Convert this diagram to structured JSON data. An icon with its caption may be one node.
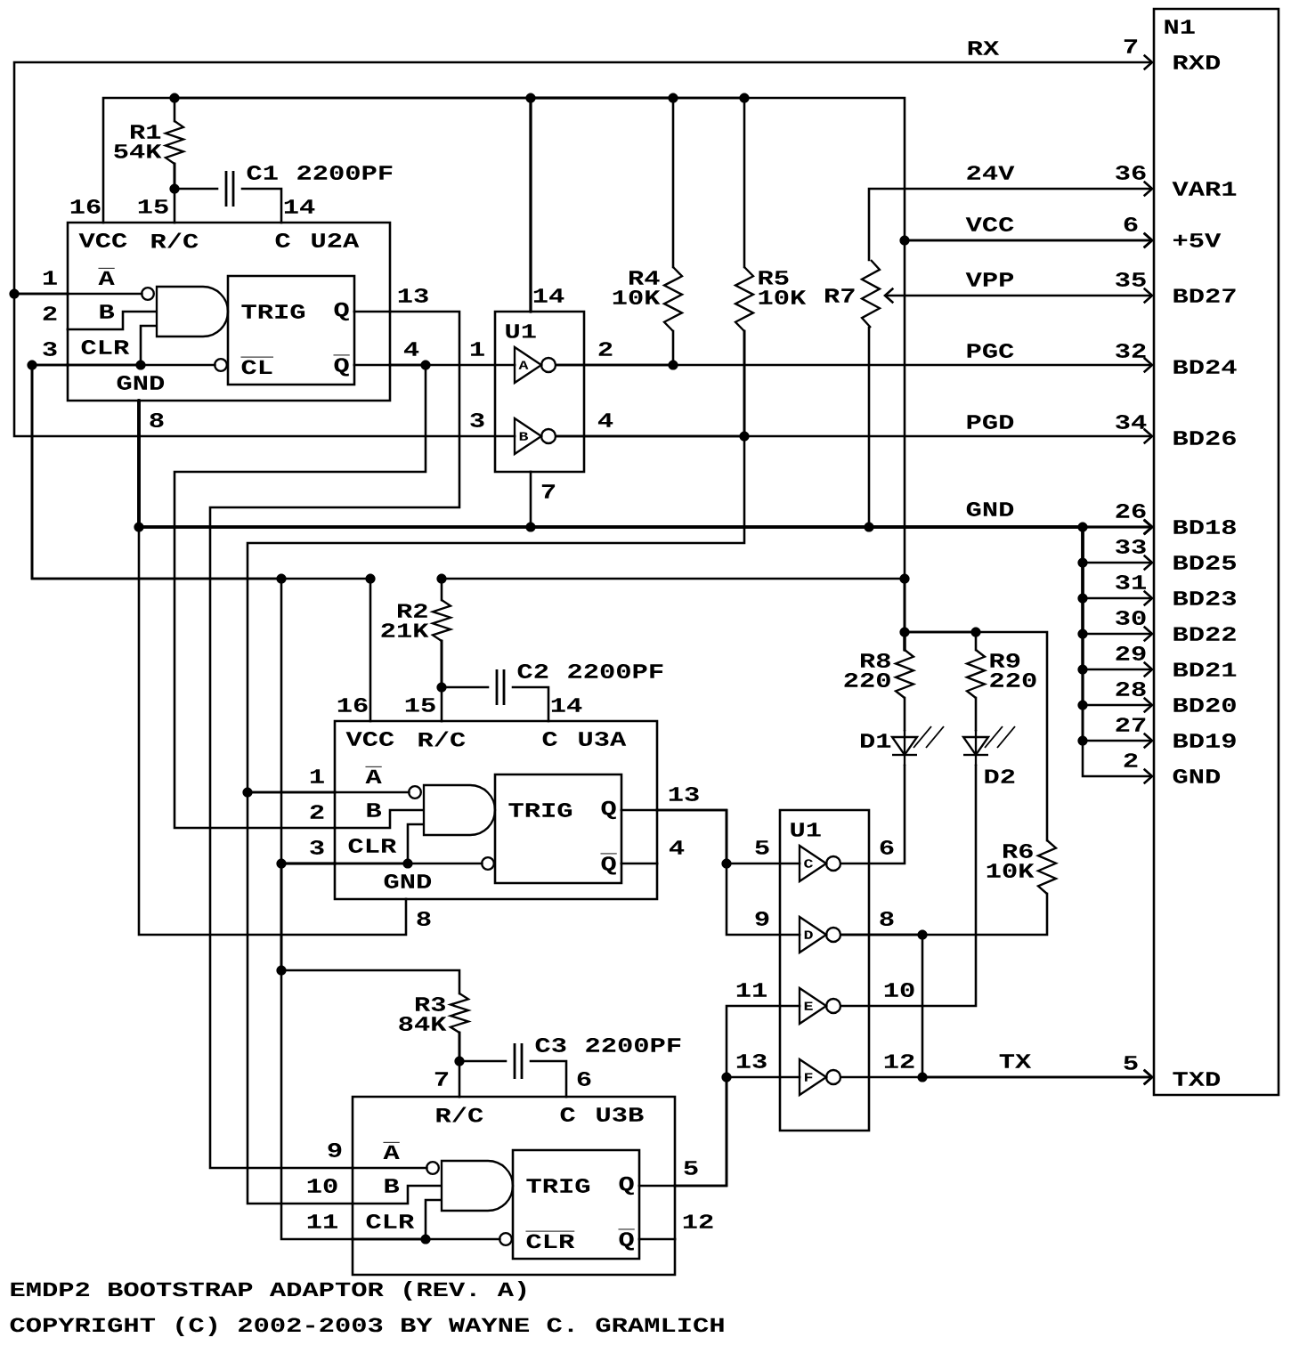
{
  "diagram": {
    "nodes": [
      {
        "text": [
          "VCC",
          "R/C",
          "C",
          "U2A",
          "A",
          "B",
          "CLR",
          "GND"
        ]
      },
      {
        "text": [
          "TRIG",
          "Q",
          "CL",
          "Q"
        ],
        "in": 0
      },
      {
        "text": [
          "U1"
        ]
      },
      {
        "text": [
          "A"
        ],
        "in": 2
      },
      {
        "text": [
          "B"
        ],
        "in": 2
      },
      {
        "text": [
          "N1",
          "RXD",
          "VAR1",
          "+5V",
          "BD27",
          "BD24",
          "BD26",
          "BD18",
          "BD25",
          "BD23",
          "BD22",
          "BD21",
          "BD20",
          "BD19",
          "GND",
          "TXD"
        ]
      },
      {
        "text": [
          "R1",
          "54K"
        ]
      },
      {
        "text": [
          "C1",
          "2200PF"
        ]
      },
      {
        "text": [
          "R4",
          "10K"
        ]
      },
      {
        "text": [
          "R5",
          "10K"
        ]
      },
      {
        "text": [
          "R7"
        ]
      },
      {
        "text": [
          "VCC",
          "R/C",
          "C",
          "U3A",
          "A",
          "B",
          "CLR",
          "GND"
        ]
      },
      {
        "text": [
          "TRIG",
          "Q",
          "Q"
        ],
        "in": 11
      },
      {
        "text": [
          "R2",
          "21K"
        ]
      },
      {
        "text": [
          "C2",
          "2200PF"
        ]
      },
      {
        "text": [
          "R8",
          "220"
        ]
      },
      {
        "text": [
          "R9",
          "220"
        ]
      },
      {
        "text": [
          "D1"
        ]
      },
      {
        "text": [
          "D2"
        ]
      },
      {
        "text": [
          "R6",
          "10K"
        ]
      },
      {
        "text": [
          "U1"
        ]
      },
      {
        "text": [
          "C"
        ],
        "in": 20
      },
      {
        "text": [
          "D"
        ],
        "in": 20
      },
      {
        "text": [
          "E"
        ],
        "in": 20
      },
      {
        "text": [
          "F"
        ],
        "in": 20
      },
      {
        "text": [
          "R/C",
          "C",
          "U3B",
          "A",
          "B",
          "CLR"
        ]
      },
      {
        "text": [
          "TRIG",
          "Q",
          "CLR",
          "Q"
        ],
        "in": 25
      },
      {
        "text": [
          "R3",
          "84K"
        ]
      },
      {
        "text": [
          "C3",
          "2200PF"
        ]
      },
      {
        "text": [],
        "shape": "gate",
        "in": 0
      },
      {
        "text": [],
        "shape": "gate",
        "in": 11
      },
      {
        "text": [],
        "shape": "gate",
        "in": 25
      }
    ],
    "edges": [
      {
        "from": 0,
        "to": 5,
        "arrow": "to",
        "label": "RX"
      },
      {
        "from": 0,
        "to": 4,
        "arrow": "none"
      },
      {
        "from": 0,
        "to": 5,
        "arrow": "to",
        "label": "VCC"
      },
      {
        "from": 6,
        "to": 0,
        "arrow": "none"
      },
      {
        "from": 6,
        "to": 2,
        "arrow": "none"
      },
      {
        "from": 7,
        "to": 6,
        "arrow": "none"
      },
      {
        "from": 7,
        "to": 0,
        "arrow": "none"
      },
      {
        "from": 0,
        "to": 3,
        "arrow": "none"
      },
      {
        "from": 0,
        "to": 11,
        "arrow": "none"
      },
      {
        "from": 0,
        "to": 25,
        "arrow": "none"
      },
      {
        "from": 8,
        "to": 2,
        "arrow": "none"
      },
      {
        "from": 9,
        "to": 2,
        "arrow": "none"
      },
      {
        "from": 8,
        "to": 3,
        "arrow": "none"
      },
      {
        "from": 3,
        "to": 5,
        "arrow": "to",
        "label": "PGC"
      },
      {
        "from": 4,
        "to": 5,
        "arrow": "to",
        "label": "PGD"
      },
      {
        "from": 9,
        "to": 4,
        "arrow": "none"
      },
      {
        "from": 9,
        "to": 11,
        "arrow": "none"
      },
      {
        "from": 11,
        "to": 25,
        "arrow": "none"
      },
      {
        "from": 10,
        "to": 5,
        "arrow": "to",
        "label": "24V"
      },
      {
        "from": 10,
        "to": 5,
        "arrow": "both",
        "label": "VPP"
      },
      {
        "from": 0,
        "to": 5,
        "arrow": "to",
        "label": "GND"
      },
      {
        "from": 2,
        "to": 5,
        "arrow": "to"
      },
      {
        "from": 10,
        "to": 5,
        "arrow": "to"
      },
      {
        "from": 0,
        "to": 11,
        "arrow": "none"
      },
      {
        "from": 0,
        "to": 5,
        "arrow": "to"
      },
      {
        "from": 0,
        "to": 5,
        "arrow": "to"
      },
      {
        "from": 0,
        "to": 5,
        "arrow": "to"
      },
      {
        "from": 0,
        "to": 5,
        "arrow": "to"
      },
      {
        "from": 0,
        "to": 5,
        "arrow": "to"
      },
      {
        "from": 0,
        "to": 5,
        "arrow": "to"
      },
      {
        "from": 0,
        "to": 5,
        "arrow": "to"
      },
      {
        "from": 0,
        "to": 11,
        "arrow": "none"
      },
      {
        "from": 13,
        "to": 11,
        "arrow": "none"
      },
      {
        "from": 13,
        "to": 15,
        "arrow": "none"
      },
      {
        "from": 15,
        "to": 5,
        "arrow": "to"
      },
      {
        "from": 11,
        "to": 25,
        "arrow": "none"
      },
      {
        "from": 27,
        "to": 11,
        "arrow": "none"
      },
      {
        "from": 11,
        "to": 0,
        "arrow": "none"
      },
      {
        "from": 14,
        "to": 13,
        "arrow": "none"
      },
      {
        "from": 14,
        "to": 11,
        "arrow": "none"
      },
      {
        "from": 16,
        "to": 15,
        "arrow": "none"
      },
      {
        "from": 19,
        "to": 15,
        "arrow": "none"
      },
      {
        "from": 15,
        "to": 17,
        "arrow": "none"
      },
      {
        "from": 17,
        "to": 21,
        "arrow": "none"
      },
      {
        "from": 16,
        "to": 18,
        "arrow": "none"
      },
      {
        "from": 18,
        "to": 23,
        "arrow": "none"
      },
      {
        "from": 19,
        "to": 22,
        "arrow": "none"
      },
      {
        "from": 24,
        "to": 5,
        "arrow": "to",
        "label": "TX"
      },
      {
        "from": 22,
        "to": 5,
        "arrow": "to"
      },
      {
        "from": 11,
        "to": 21,
        "arrow": "none"
      },
      {
        "from": 11,
        "to": 22,
        "arrow": "none"
      },
      {
        "from": 25,
        "to": 24,
        "arrow": "none"
      },
      {
        "from": 25,
        "to": 23,
        "arrow": "none"
      },
      {
        "from": 27,
        "to": 25,
        "arrow": "none"
      },
      {
        "from": 28,
        "to": 27,
        "arrow": "none"
      },
      {
        "from": 28,
        "to": 25,
        "arrow": "none"
      },
      {
        "from": 0,
        "to": 29,
        "arrow": "other"
      },
      {
        "from": 0,
        "to": 29,
        "arrow": "none"
      },
      {
        "from": 0,
        "to": 29,
        "arrow": "none"
      },
      {
        "from": 0,
        "to": 1,
        "arrow": "other"
      },
      {
        "from": 1,
        "to": 0,
        "arrow": "none"
      },
      {
        "from": 1,
        "to": 0,
        "arrow": "none"
      },
      {
        "from": 11,
        "to": 30,
        "arrow": "other"
      },
      {
        "from": 11,
        "to": 30,
        "arrow": "none"
      },
      {
        "from": 11,
        "to": 30,
        "arrow": "none"
      },
      {
        "from": 11,
        "to": 12,
        "arrow": "other"
      },
      {
        "from": 12,
        "to": 11,
        "arrow": "none"
      },
      {
        "from": 12,
        "to": 11,
        "arrow": "none"
      },
      {
        "from": 25,
        "to": 31,
        "arrow": "other"
      },
      {
        "from": 25,
        "to": 31,
        "arrow": "none"
      },
      {
        "from": 25,
        "to": 31,
        "arrow": "none"
      },
      {
        "from": 25,
        "to": 26,
        "arrow": "other"
      },
      {
        "from": 26,
        "to": 25,
        "arrow": "none"
      },
      {
        "from": 26,
        "to": 25,
        "arrow": "none"
      }
    ],
    "labels": [
      "16",
      "15",
      "14",
      "1",
      "2",
      "3",
      "13",
      "4",
      "8",
      "14",
      "1",
      "2",
      "3",
      "4",
      "7",
      "7",
      "36",
      "6",
      "35",
      "32",
      "34",
      "26",
      "33",
      "31",
      "30",
      "29",
      "28",
      "27",
      "2",
      "5",
      "16",
      "15",
      "14",
      "1",
      "2",
      "3",
      "13",
      "4",
      "8",
      "5",
      "6",
      "9",
      "8",
      "11",
      "10",
      "13",
      "12",
      "7",
      "6",
      "9",
      "10",
      "11",
      "5",
      "12",
      "EMDP2 BOOTSTRAP ADAPTOR (REV. A)",
      "COPYRIGHT (C) 2002-2003 BY WAYNE C. GRAMLICH"
    ]
  }
}
